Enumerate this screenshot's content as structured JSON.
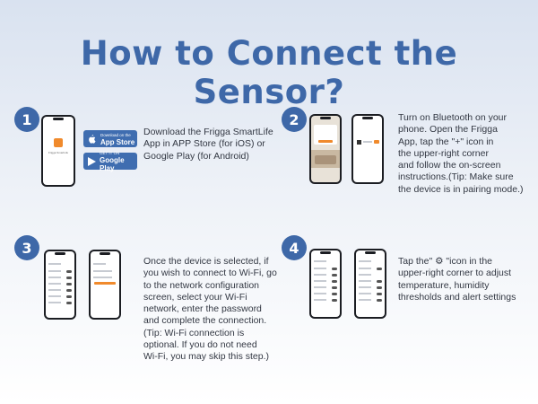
{
  "title": "How to Connect the Sensor?",
  "steps": [
    {
      "number": "1",
      "lines": [
        "Download the Frigga SmartLife",
        "App in APP Store (for iOS) or",
        "Google Play (for Android)"
      ],
      "app_label": "Frigga SmartLife"
    },
    {
      "number": "2",
      "lines": [
        "Turn on Bluetooth on your",
        "phone. Open the Frigga",
        "App, tap the \"+\" icon in",
        "the upper-right corner",
        "and follow the on-screen",
        "instructions.(Tip: Make sure",
        "the device is in pairing mode.)"
      ]
    },
    {
      "number": "3",
      "lines": [
        "Once the device is selected, if",
        "you wish to connect to Wi-Fi, go",
        "to the network configuration",
        "screen, select your Wi-Fi",
        "network, enter the password",
        "and complete the connection.",
        "(Tip: Wi-Fi connection is",
        "optional. If you do not need",
        "Wi-Fi, you may skip this step.)"
      ]
    },
    {
      "number": "4",
      "lines": [
        "Tap the\" ⚙ \"icon in the",
        "upper-right corner to adjust",
        "temperature, humidity",
        "thresholds and alert settings"
      ]
    }
  ],
  "app_store": {
    "small": "Download on the",
    "big": "App Store"
  },
  "google_play": {
    "small": "GET IT ON",
    "big": "Google Play"
  },
  "colors": {
    "brand": "#3e68a8",
    "accent": "#f08a2c"
  }
}
